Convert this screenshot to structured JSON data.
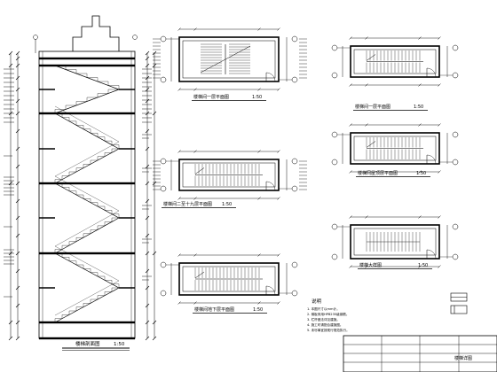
{
  "section": {
    "title": "楼梯剖面图",
    "scale": "1:50"
  },
  "plans": [
    {
      "title": "楼梯间一层平面图",
      "scale": "1:50"
    },
    {
      "title": "楼梯间二至十九层平面图",
      "scale": "1:50"
    },
    {
      "title": "楼梯间地下层平面图",
      "scale": "1:50"
    },
    {
      "title": "楼梯间一层平面图",
      "scale": "1:50"
    },
    {
      "title": "楼梯间屋顶层平面图",
      "scale": "1:50"
    },
    {
      "title": "楼梯大样图",
      "scale": "1:50"
    }
  ],
  "notes": {
    "heading": "说明",
    "lines": [
      "1. 本图尺寸以mm计。",
      "2. 梯板采用HPB235级钢筋。",
      "3. 栏杆做法详见建施。",
      "4. 施工时请配合建施图。",
      "5. 未尽事宜按现行规范执行。"
    ]
  },
  "title_block": {
    "label": "楼梯详图"
  }
}
